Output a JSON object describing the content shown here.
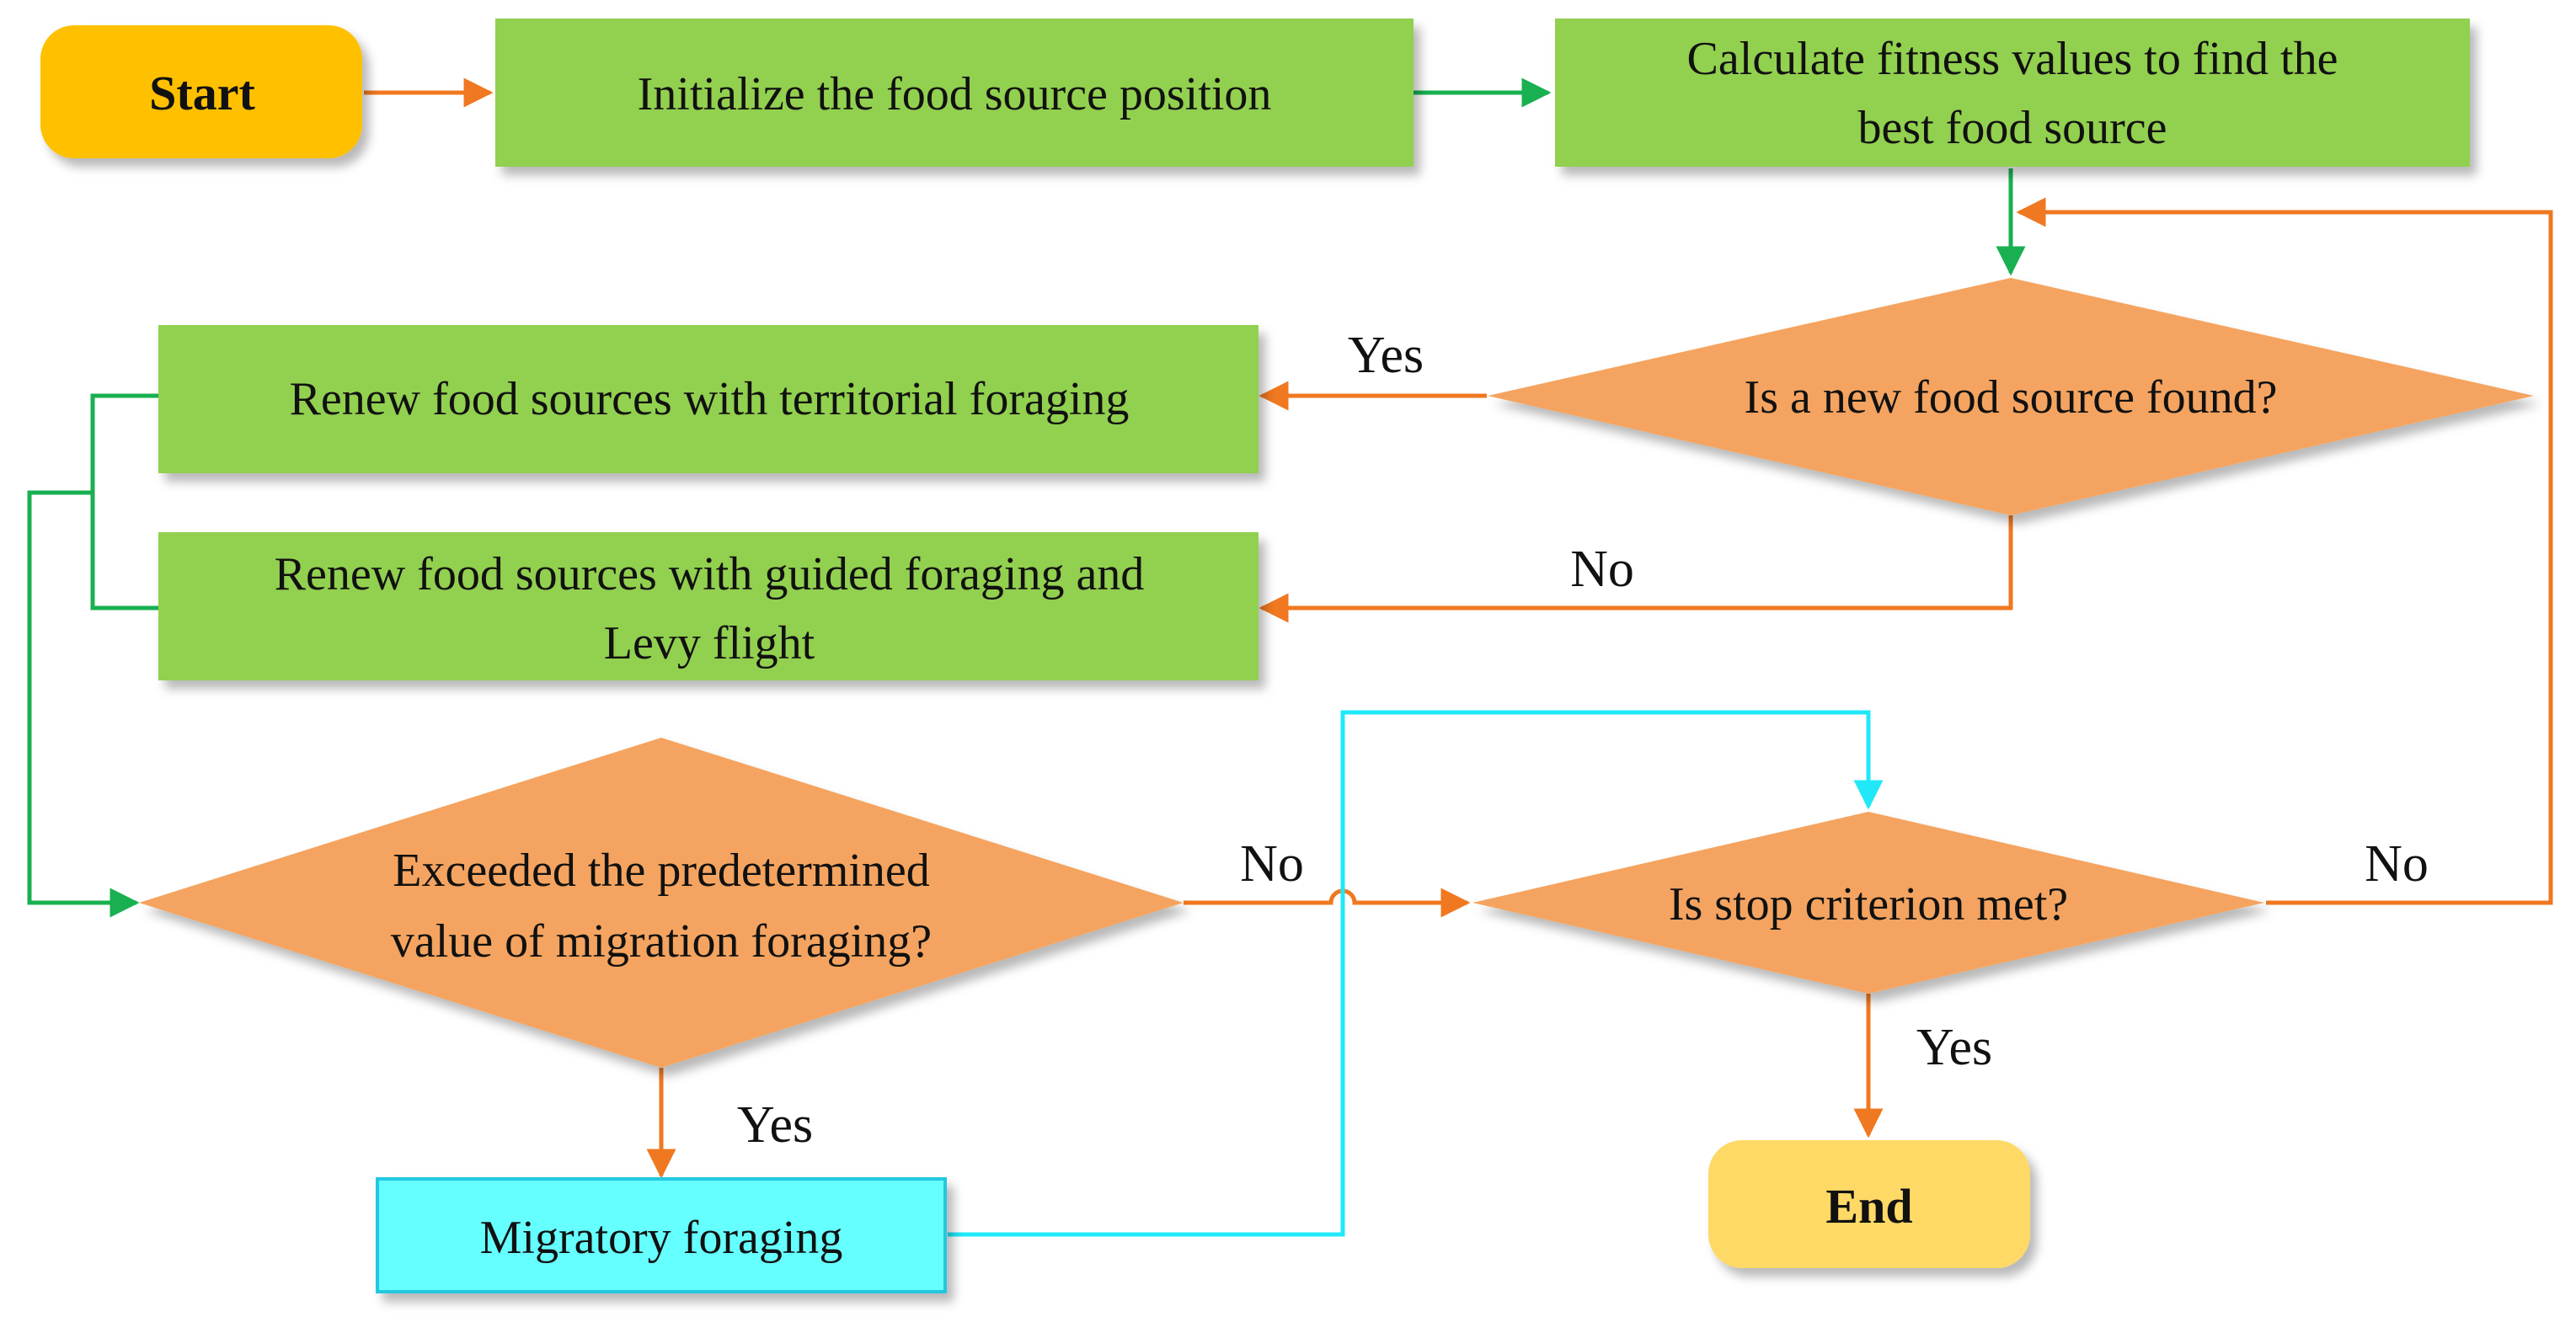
{
  "diagram": {
    "nodes": {
      "start": {
        "label": "Start",
        "color": "#FFC000"
      },
      "init": {
        "label": "Initialize the food source position",
        "color": "#92D050"
      },
      "calc": {
        "lines": [
          "Calculate fitness values to find the",
          "best food source"
        ],
        "color": "#92D050"
      },
      "new_food": {
        "label": "Is a new food source found?",
        "color": "#F4A460"
      },
      "territorial": {
        "label": "Renew food sources with territorial foraging",
        "color": "#92D050"
      },
      "guided": {
        "lines": [
          "Renew food sources with guided foraging and",
          "Levy flight"
        ],
        "color": "#92D050"
      },
      "exceeded": {
        "lines": [
          "Exceeded the predetermined",
          "value of migration foraging?"
        ],
        "color": "#F4A460"
      },
      "stop": {
        "label": "Is stop criterion met?",
        "color": "#F4A460"
      },
      "migratory": {
        "label": "Migratory foraging",
        "color": "#66FFFF"
      },
      "end": {
        "label": "End",
        "color": "#FFD966"
      }
    },
    "edge_labels": {
      "new_food_yes": "Yes",
      "new_food_no": "No",
      "exceeded_no": "No",
      "exceeded_yes": "Yes",
      "stop_no": "No",
      "stop_yes": "Yes"
    },
    "colors": {
      "orange_arrow": "#F07820",
      "green_arrow": "#18B050",
      "cyan_arrow": "#20E8F8"
    }
  }
}
